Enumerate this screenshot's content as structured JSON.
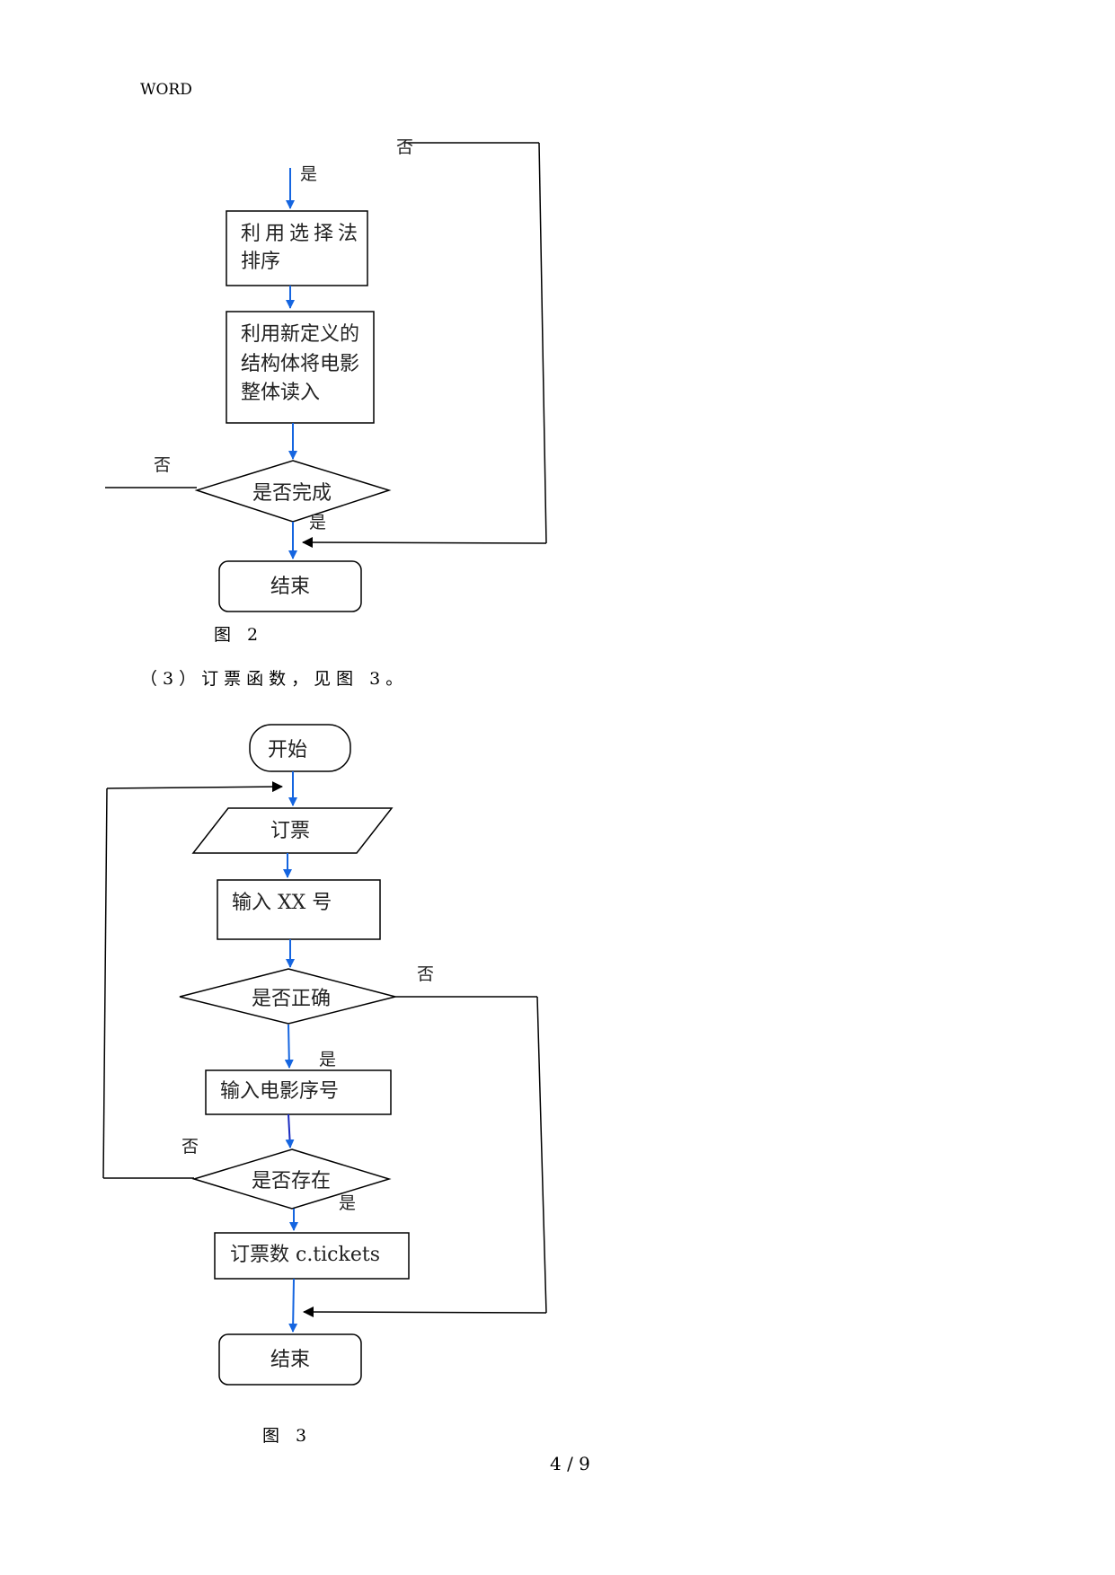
{
  "header": {
    "text": "WORD"
  },
  "figure2": {
    "top_no": "否",
    "top_yes": "是",
    "box_sort": [
      "利用选择法",
      "排序"
    ],
    "box_read": [
      "利用新定义的",
      "结构体将电影",
      "整体读入"
    ],
    "diamond_done": "是否完成",
    "left_no": "否",
    "bottom_yes": "是",
    "end": "结束",
    "caption": "图 2"
  },
  "section3": {
    "text": "（3）订票函数，见图 3。"
  },
  "figure3": {
    "start": "开始",
    "io_book": "订票",
    "box_input_id": "输入 XX 号",
    "diamond_correct": "是否正确",
    "right_no": "否",
    "yes1": "是",
    "box_input_movie": "输入电影序号",
    "left_no": "否",
    "diamond_exists": "是否存在",
    "yes2": "是",
    "box_tickets": "订票数 c.tickets",
    "end": "结束",
    "caption": "图 3"
  },
  "footer": {
    "page": "4 / 9"
  },
  "colors": {
    "flow_blue": "#1565e0",
    "line_black": "#000000"
  }
}
